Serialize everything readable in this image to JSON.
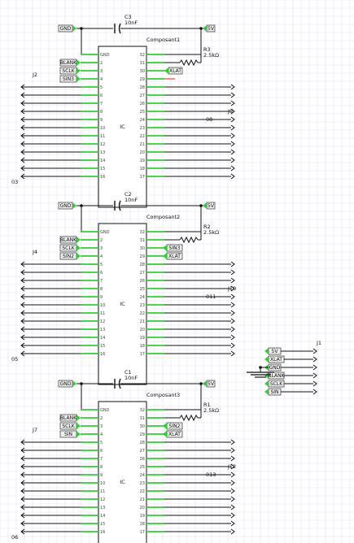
{
  "colors": {
    "wire": "#111111",
    "pin": "#33cc33",
    "grid": "#dde3f0",
    "label_fill": "#eeeeee",
    "red_wire": "#dd2222"
  },
  "components": [
    {
      "name": "Composant1",
      "ic": "IC",
      "cap_ref": "C3",
      "cap_value": "10nF",
      "res_ref": "R3",
      "res_value": "2.5kΩ",
      "conn_left": "J2",
      "conn_left_num": "03",
      "conn_right": "J9",
      "conn_right_num": "08",
      "top_left": "GND",
      "top_right": "5V",
      "left_labels": [
        "BLANK",
        "SCLK",
        "SIN3"
      ],
      "right_labels": [
        "XLAT"
      ],
      "left_pins": [
        "GND",
        "2",
        "3",
        "4",
        "5",
        "6",
        "7",
        "8",
        "9",
        "10",
        "11",
        "12",
        "13",
        "14",
        "15",
        "16"
      ],
      "right_pins": [
        "32",
        "31",
        "30",
        "29",
        "28",
        "27",
        "26",
        "25",
        "24",
        "23",
        "22",
        "21",
        "20",
        "19",
        "18",
        "17"
      ]
    },
    {
      "name": "Composant2",
      "ic": "IC",
      "cap_ref": "C2",
      "cap_value": "10nF",
      "res_ref": "R2",
      "res_value": "2.5kΩ",
      "conn_left": "J4",
      "conn_left_num": "05",
      "conn_right": "J10",
      "conn_right_num": "011",
      "top_left": "GND",
      "top_right": "5V",
      "left_labels": [
        "BLANK",
        "SCLK",
        "SIN2"
      ],
      "right_labels": [
        "SIN3",
        "XLAT"
      ],
      "left_pins": [
        "GND",
        "2",
        "3",
        "4",
        "5",
        "6",
        "7",
        "8",
        "9",
        "10",
        "11",
        "12",
        "13",
        "14",
        "15",
        "16"
      ],
      "right_pins": [
        "32",
        "31",
        "30",
        "29",
        "28",
        "27",
        "26",
        "25",
        "24",
        "23",
        "22",
        "21",
        "20",
        "19",
        "18",
        "17"
      ]
    },
    {
      "name": "Composant3",
      "ic": "IC",
      "cap_ref": "C1",
      "cap_value": "10nF",
      "res_ref": "R1",
      "res_value": "2.5kΩ",
      "conn_left": "J7",
      "conn_left_num": "06",
      "conn_right": "J12",
      "conn_right_num": "013",
      "top_left": "GND",
      "top_right": "5V",
      "left_labels": [
        "BLANK",
        "SCLK",
        "SIN"
      ],
      "right_labels": [
        "SIN2",
        "XLAT"
      ],
      "left_pins": [
        "GND",
        "2",
        "3",
        "4",
        "5",
        "6",
        "7",
        "8",
        "9",
        "10",
        "11",
        "12",
        "13",
        "14",
        "15",
        "16"
      ],
      "right_pins": [
        "32",
        "31",
        "30",
        "29",
        "28",
        "27",
        "26",
        "25",
        "24",
        "23",
        "22",
        "21",
        "20",
        "19",
        "18",
        "17"
      ]
    }
  ],
  "connector_j1": {
    "ref": "J1",
    "labels": [
      "5V",
      "XLAT",
      "GND",
      "BLANK",
      "SCLK",
      "SIN"
    ]
  }
}
